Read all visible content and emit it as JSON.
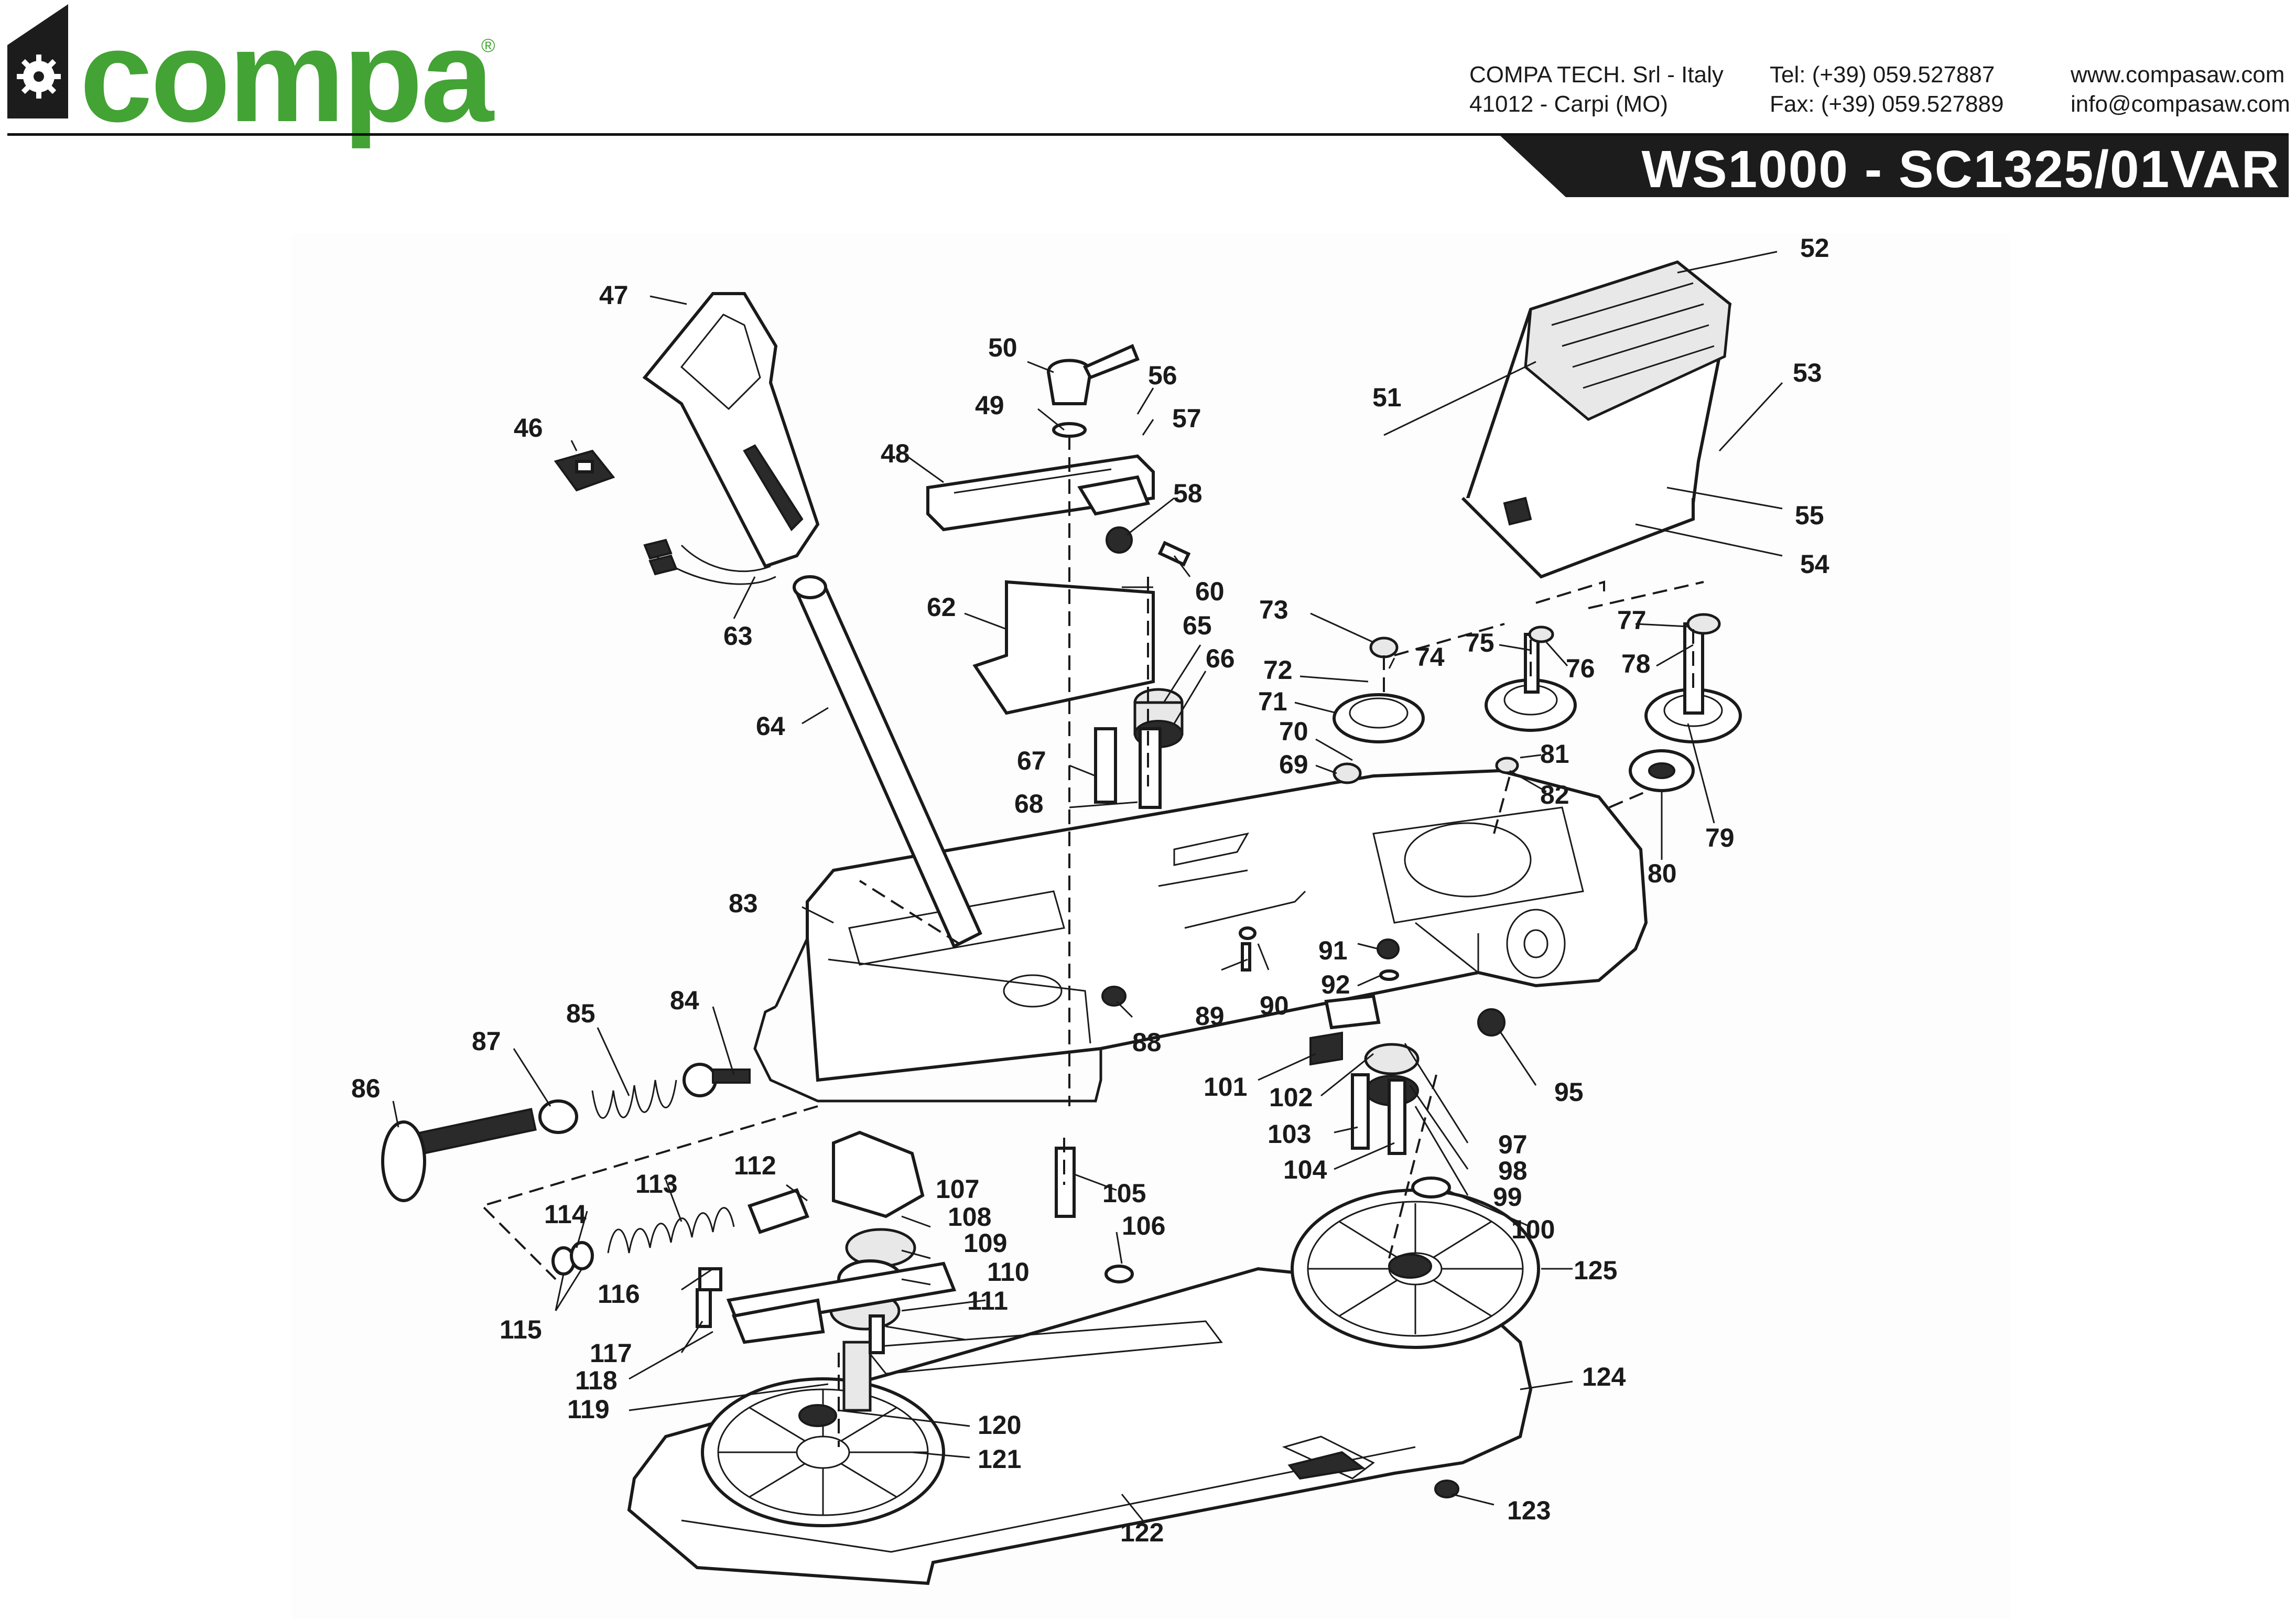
{
  "brand": {
    "logo_text": "compa",
    "registered_mark": "®",
    "green": "#43a334"
  },
  "contact": {
    "company": "COMPA TECH. Srl - Italy",
    "address": "41012 - Carpi (MO)",
    "tel": "Tel: (+39) 059.527887",
    "fax": "Fax: (+39) 059.527889",
    "web": "www.compasaw.com",
    "email": "info@compasaw.com"
  },
  "title": "WS1000 - SC1325/01VAR",
  "parts": [
    "46",
    "47",
    "48",
    "49",
    "50",
    "51",
    "52",
    "53",
    "54",
    "55",
    "56",
    "57",
    "58",
    "60",
    "62",
    "63",
    "64",
    "65",
    "66",
    "67",
    "68",
    "69",
    "70",
    "71",
    "72",
    "73",
    "74",
    "75",
    "76",
    "77",
    "78",
    "79",
    "80",
    "81",
    "82",
    "83",
    "84",
    "85",
    "86",
    "87",
    "88",
    "89",
    "90",
    "91",
    "92",
    "95",
    "97",
    "98",
    "99",
    "100",
    "101",
    "102",
    "103",
    "104",
    "105",
    "106",
    "107",
    "108",
    "109",
    "110",
    "111",
    "112",
    "113",
    "114",
    "115",
    "116",
    "117",
    "118",
    "119",
    "120",
    "121",
    "122",
    "123",
    "124",
    "125"
  ]
}
